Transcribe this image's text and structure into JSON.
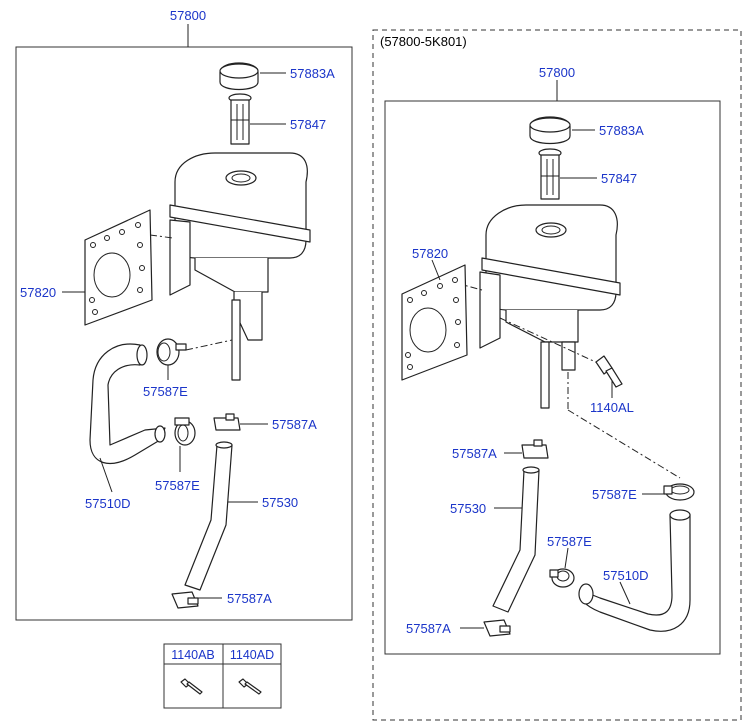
{
  "left_assembly": {
    "top_label": "57800",
    "labels": {
      "cap": "57883A",
      "filter": "57847",
      "bracket": "57820",
      "clamp_top": "57587E",
      "clamp_mid": "57587E",
      "clamp_hose": "57587A",
      "hose_curved": "57510D",
      "hose_straight": "57530",
      "clamp_bottom": "57587A"
    }
  },
  "right_assembly": {
    "title": "(57800-5K801)",
    "top_label": "57800",
    "labels": {
      "cap": "57883A",
      "filter": "57847",
      "bracket": "57820",
      "bolt": "1140AL",
      "clamp_top": "57587A",
      "clamp_right": "57587E",
      "hose_straight": "57530",
      "clamp_mid": "57587E",
      "hose_curved": "57510D",
      "clamp_bottom": "57587A"
    }
  },
  "bolt_table": {
    "headers": [
      "1140AB",
      "1140AD"
    ],
    "icons": [
      "bolt-icon",
      "bolt-icon"
    ]
  }
}
